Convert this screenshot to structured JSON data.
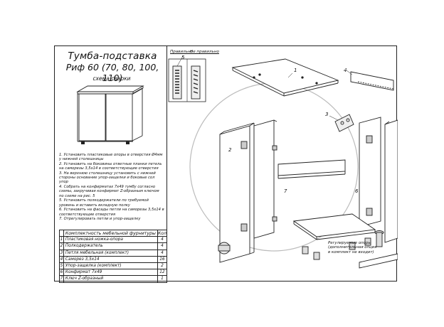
{
  "title": "Тумба-подставка",
  "subtitle": "Риф 60 (70, 80, 100, 110)",
  "scheme_label": "схема сварки",
  "instructions": [
    "1. Установить пластиковые опоры в отверстия Ø4мм у нижней столешницы",
    "2. Установить на боковины ответные планки петель на саморезы 3,5х14 в соответствующие отверстия",
    "3. На верхнюю столешницу установить с нижней стороны основание упор-защелки и боковые сол упор",
    "4. Собрать на конфирматах 7х49 тумбу согласно схемы, закручивая конфирмат Z-образным ключом по схеме на рис. 5",
    "5. Установить полкодержатели по требуемой уровень и вставить вкладную полку",
    "6. Установить на фасады петли на саморезы 3,5х14 в соответствующие отверстия",
    "7. Отрегулировать петли и упор-защелку"
  ],
  "parts_table": {
    "header": {
      "index": "",
      "name": "Комплектность мебельной фурнитуры",
      "qty": "Кол"
    },
    "rows": [
      {
        "index": "1",
        "name": "Пластиковая ножка-опора",
        "qty": "4"
      },
      {
        "index": "2",
        "name": "Полкодержатель",
        "qty": "4"
      },
      {
        "index": "3",
        "name": "Петля мебельная (комплект)",
        "qty": "4"
      },
      {
        "index": "4",
        "name": "Саморез 3,5х14",
        "qty": "16"
      },
      {
        "index": "5",
        "name": "Упор-защелка (комплект)",
        "qty": "2"
      },
      {
        "index": "6",
        "name": "Конфирмат 7х49",
        "qty": "12"
      },
      {
        "index": "7",
        "name": "Ключ Z-образный",
        "qty": "1"
      }
    ]
  },
  "diagram_labels": {
    "correct": "Правильно",
    "incorrect": "Не правильно",
    "n5": "5",
    "n4": "4",
    "n3": "3",
    "n1": "1",
    "n2": "2",
    "n6": "6",
    "n7": "7",
    "feet_note": "Регулируемые опоры (дополнительная опция в комплект не входит)"
  }
}
